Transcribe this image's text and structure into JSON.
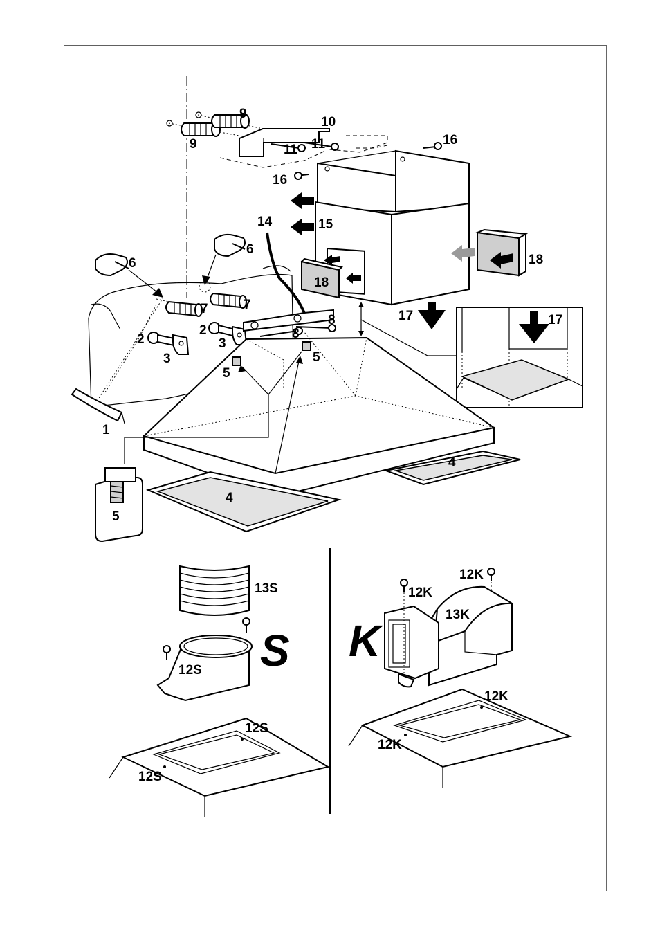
{
  "labels": {
    "l1": "1",
    "l2a": "2",
    "l2b": "2",
    "l3a": "3",
    "l3b": "3",
    "l4a": "4",
    "l4b": "4",
    "l5a": "5",
    "l5b": "5",
    "l5c": "5",
    "l6a": "6",
    "l6b": "6",
    "l7a": "7",
    "l7b": "7",
    "l8a": "8",
    "l8b": "8",
    "l9a": "9",
    "l9b": "9",
    "l10": "10",
    "l11a": "11",
    "l11b": "11",
    "l12s_a": "12S",
    "l12s_b": "12S",
    "l12s_c": "12S",
    "l12k_a": "12K",
    "l12k_b": "12K",
    "l12k_c": "12K",
    "l12k_d": "12K",
    "l13s": "13S",
    "l13k": "13K",
    "l14": "14",
    "l15": "15",
    "l16a": "16",
    "l16b": "16",
    "l17a": "17",
    "l17b": "17",
    "l18a": "18",
    "l18b": "18",
    "letter_s": "S",
    "letter_k": "K"
  },
  "icons": [
    "wall-plug-icon",
    "screw-icon",
    "hand-screwdriver-icon",
    "arrow-icon"
  ],
  "colors": {
    "filter_fill": "#e3e3e3",
    "gray_panel": "#cfcfcf",
    "line": "#000000"
  }
}
